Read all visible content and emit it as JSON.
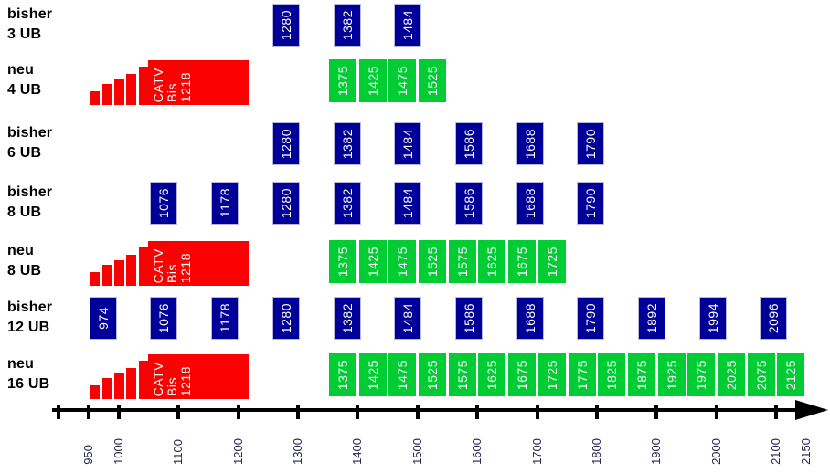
{
  "chart_data": {
    "type": "bar",
    "title": "",
    "description_visible_text_only": true,
    "colors": {
      "bisher_band": "#000099",
      "bisher_band_border": "#b8b8dc",
      "neu_band": "#00cc33",
      "catv": "#fb0000",
      "band_text": "#ffffff",
      "axis": "#000000"
    },
    "x_axis": {
      "min_mhz": 900,
      "max_mhz": 2150,
      "ticks": [
        {
          "value": 900,
          "label": "",
          "tick": true
        },
        {
          "value": 950,
          "label": "950",
          "tick": true
        },
        {
          "value": 1000,
          "label": "1000",
          "tick": true
        },
        {
          "value": 1100,
          "label": "1100",
          "tick": true
        },
        {
          "value": 1200,
          "label": "1200",
          "tick": true
        },
        {
          "value": 1300,
          "label": "1300",
          "tick": true
        },
        {
          "value": 1400,
          "label": "1400",
          "tick": true
        },
        {
          "value": 1500,
          "label": "1500",
          "tick": true
        },
        {
          "value": 1600,
          "label": "1600",
          "tick": true
        },
        {
          "value": 1700,
          "label": "1700",
          "tick": true
        },
        {
          "value": 1800,
          "label": "1800",
          "tick": true
        },
        {
          "value": 1900,
          "label": "1900",
          "tick": true
        },
        {
          "value": 2000,
          "label": "2000",
          "tick": true
        },
        {
          "value": 2100,
          "label": "2100",
          "tick": true
        },
        {
          "value": 2150,
          "label": "2150",
          "tick": false
        }
      ]
    },
    "band_width_mhz": 46,
    "rows": [
      {
        "id": "bisher-3ub",
        "label": [
          "bisher",
          "3 UB"
        ],
        "type": "bisher",
        "bands": [
          1280,
          1382,
          1484
        ]
      },
      {
        "id": "neu-4ub",
        "label": [
          "neu",
          "4 UB"
        ],
        "type": "neu",
        "catv_block": {
          "lines": [
            "CATV",
            "Bis",
            "1218"
          ],
          "from_mhz": 1050,
          "to_mhz": 1218,
          "stair_bars": 5,
          "stair_from_mhz": 952,
          "stair_to_mhz": 1048
        },
        "bands": [
          1375,
          1425,
          1475,
          1525
        ]
      },
      {
        "id": "bisher-6ub",
        "label": [
          "bisher",
          "6 UB"
        ],
        "type": "bisher",
        "bands": [
          1280,
          1382,
          1484,
          1586,
          1688,
          1790
        ]
      },
      {
        "id": "bisher-8ub",
        "label": [
          "bisher",
          "8 UB"
        ],
        "type": "bisher",
        "bands": [
          1076,
          1178,
          1280,
          1382,
          1484,
          1586,
          1688,
          1790
        ]
      },
      {
        "id": "neu-8ub",
        "label": [
          "neu",
          "8 UB"
        ],
        "type": "neu",
        "catv_block": {
          "lines": [
            "CATV",
            "Bis",
            "1218"
          ],
          "from_mhz": 1050,
          "to_mhz": 1218,
          "stair_bars": 5,
          "stair_from_mhz": 952,
          "stair_to_mhz": 1048
        },
        "bands": [
          1375,
          1425,
          1475,
          1525,
          1575,
          1625,
          1675,
          1725
        ]
      },
      {
        "id": "bisher-12ub",
        "label": [
          "bisher",
          "12 UB"
        ],
        "type": "bisher",
        "bands": [
          974,
          1076,
          1178,
          1280,
          1382,
          1484,
          1586,
          1688,
          1790,
          1892,
          1994,
          2096
        ]
      },
      {
        "id": "neu-16ub",
        "label": [
          "neu",
          "16 UB"
        ],
        "type": "neu",
        "catv_block": {
          "lines": [
            "CATV",
            "Bis",
            "1218"
          ],
          "from_mhz": 1050,
          "to_mhz": 1218,
          "stair_bars": 5,
          "stair_from_mhz": 952,
          "stair_to_mhz": 1048
        },
        "bands": [
          1375,
          1425,
          1475,
          1525,
          1575,
          1625,
          1675,
          1725,
          1775,
          1825,
          1875,
          1925,
          1975,
          2025,
          2075,
          2125
        ]
      }
    ]
  }
}
